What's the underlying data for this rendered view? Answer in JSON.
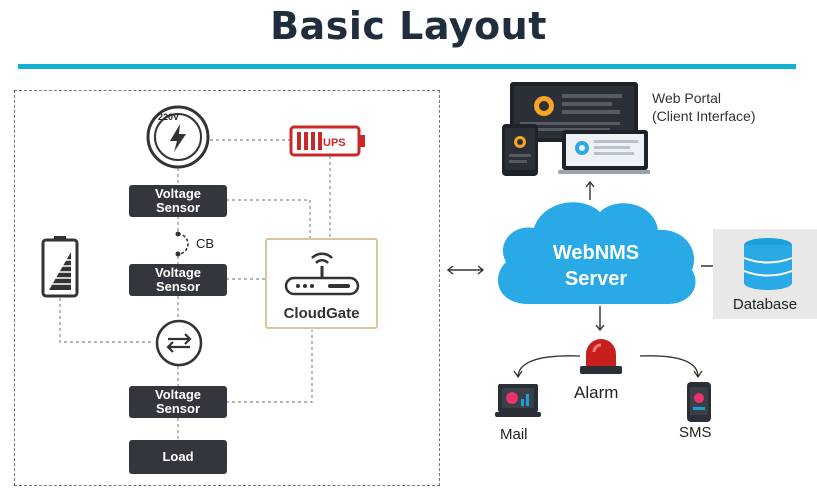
{
  "title": "Basic Layout",
  "labels": {
    "supply_voltage": "220V",
    "ups": "UPS",
    "voltage_sensor": "Voltage\nSensor",
    "cb": "CB",
    "cloudgate": "CloudGate",
    "load": "Load",
    "web_portal_line1": "Web Portal",
    "web_portal_line2": "(Client Interface)",
    "server_line1": "WebNMS",
    "server_line2": "Server",
    "database": "Database",
    "alarm": "Alarm",
    "mail": "Mail",
    "sms": "SMS"
  },
  "colors": {
    "accent": "#13b2d4",
    "cloud": "#29a9e6",
    "dark_box": "#33363d",
    "ups_red": "#cc2727",
    "cloudgate_border": "#d8c59b",
    "title": "#1f2d3d"
  },
  "icons": [
    "power-lightning-icon",
    "ups-battery-icon",
    "battery-level-icon",
    "switch-arrows-icon",
    "router-wifi-icon",
    "database-icon",
    "alarm-siren-icon",
    "mail-laptop-icon",
    "sms-phone-icon"
  ]
}
